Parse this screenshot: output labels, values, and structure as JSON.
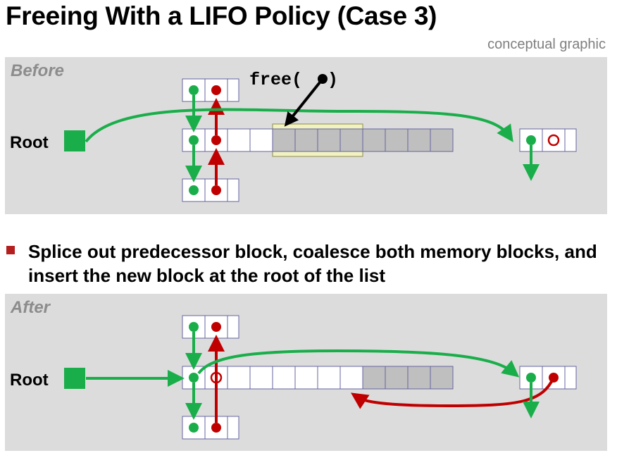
{
  "title": "Freeing With a LIFO Policy (Case 3)",
  "subtitle": "conceptual graphic",
  "before": {
    "label": "Before",
    "root_label": "Root",
    "free_call": "free(",
    "free_close": ")"
  },
  "bullet": "Splice out predecessor block, coalesce both memory blocks, and insert the new block at the root of the list",
  "after": {
    "label": "After",
    "root_label": "Root"
  },
  "colors": {
    "green": "#1aae4a",
    "red": "#c00000",
    "gray_block": "#bfbfbf",
    "highlight": "#f2f2c0",
    "panel": "#dcdcdc"
  }
}
